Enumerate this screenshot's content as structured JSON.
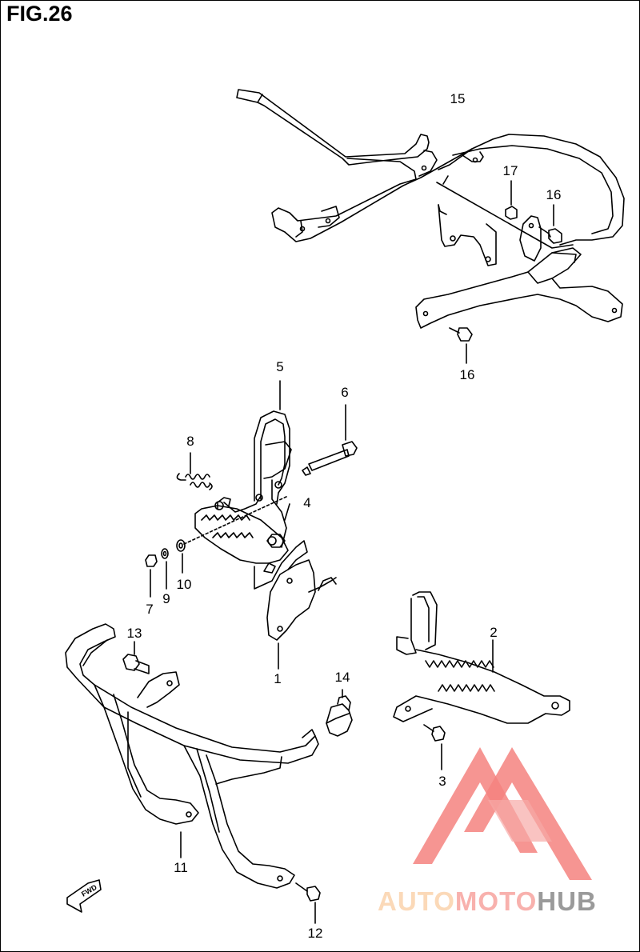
{
  "figure": {
    "title": "FIG.26"
  },
  "callouts": {
    "c1": "1",
    "c2": "2",
    "c3": "3",
    "c4": "4",
    "c5": "5",
    "c6": "6",
    "c7": "7",
    "c8": "8",
    "c9": "9",
    "c10": "10",
    "c11": "11",
    "c12": "12",
    "c13": "13",
    "c14": "14",
    "c15": "15",
    "c16a": "16",
    "c16b": "16",
    "c17": "17"
  },
  "fwd_label": "FWD",
  "watermark": {
    "part1": "AUTO",
    "part2": "MOTO",
    "part3": "HUB"
  },
  "colors": {
    "line": "#000000",
    "logo_red": "#f4837f",
    "logo_light": "#f7a9a6",
    "wm_orange": "#fbd9b8",
    "wm_gray": "#9a9a9a"
  }
}
